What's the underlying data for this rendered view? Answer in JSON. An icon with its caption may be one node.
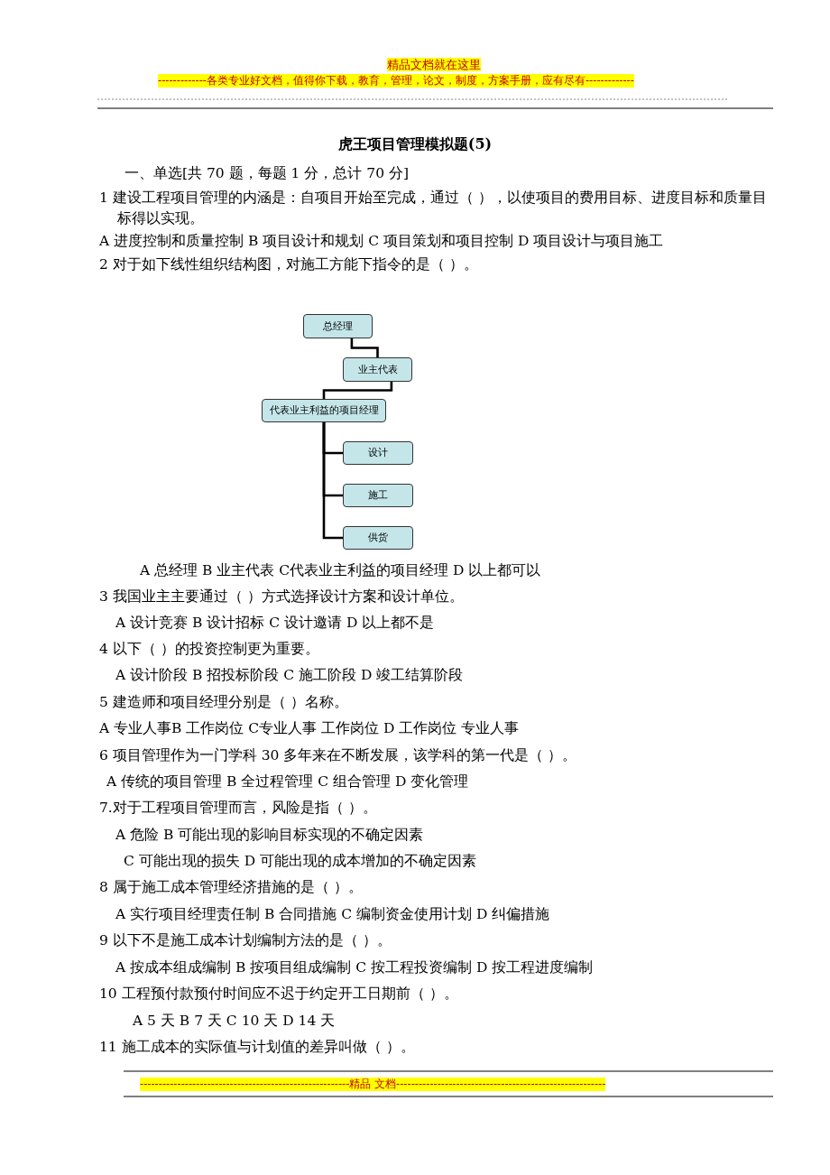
{
  "diagram": {
    "title": "虎王项目管理模拟题(5)",
    "nodes": [
      {
        "text": [
          "总经理"
        ]
      },
      {
        "text": [
          "业主代表"
        ]
      },
      {
        "text": [
          "代表业主利益的项目经理"
        ]
      },
      {
        "text": [
          "设计"
        ]
      },
      {
        "text": [
          "施工"
        ]
      },
      {
        "text": [
          "供货"
        ]
      }
    ],
    "edges": [
      {
        "from": 0,
        "to": 1,
        "arrow": "none"
      },
      {
        "from": 1,
        "to": 2,
        "arrow": "none"
      },
      {
        "from": 2,
        "to": 3,
        "arrow": "none"
      },
      {
        "from": 2,
        "to": 4,
        "arrow": "none"
      },
      {
        "from": 2,
        "to": 5,
        "arrow": "none"
      }
    ],
    "labels": [
      "精品文档就在这里",
      "-------------各类专业好文档，值得你下载，教育，管理，论文，制度，方案手册，应有尽有-------------",
      "一、单选[共 70 题，每题 1 分，总计 70 分]",
      "1 建设工程项目管理的内涵是：自项目开始至完成，通过（ ），以使项目的费用目标、进度目标和质量目标得以实现。",
      "A 进度控制和质量控制 B 项目设计和规划 C 项目策划和项目控制 D 项目设计与项目施工",
      "2 对于如下线性组织结构图，对施工方能下指令的是（ ）。",
      "A 总经理 B 业主代表 C代表业主利益的项目经理 D 以上都可以",
      "3 我国业主主要通过（ ）方式选择设计方案和设计单位。",
      "A 设计竞赛 B 设计招标 C 设计邀请 D 以上都不是",
      "4 以下（ ）的投资控制更为重要。",
      "A 设计阶段 B 招投标阶段 C 施工阶段 D 竣工结算阶段",
      "5 建造师和项目经理分别是（ ）名称。",
      "A 专业人事B 工作岗位 C专业人事 工作岗位 D 工作岗位 专业人事",
      "6 项目管理作为一门学科 30 多年来在不断发展，该学科的第一代是（ ）。",
      "A 传统的项目管理 B 全过程管理 C 组合管理 D 变化管理",
      "7.对于工程项目管理而言，风险是指（ ）。",
      "A 危险 B 可能出现的影响目标实现的不确定因素",
      "C 可能出现的损失 D 可能出现的成本增加的不确定因素",
      "8 属于施工成本管理经济措施的是（ ）。",
      "A 实行项目经理责任制 B 合同措施 C 编制资金使用计划 D 纠偏措施",
      "9 以下不是施工成本计划编制方法的是（ ）。",
      "A 按成本组成编制 B 按项目组成编制 C 按工程投资编制 D 按工程进度编制",
      "10 工程预付款预付时间应不迟于约定开工日期前（ ）。",
      "A 5 天 B 7 天 C 10 天 D 14 天",
      "11 施工成本的实际值与计划值的差异叫做（ ）。",
      "--------------------------------------------------------精品 文档--------------------------------------------------------"
    ]
  }
}
